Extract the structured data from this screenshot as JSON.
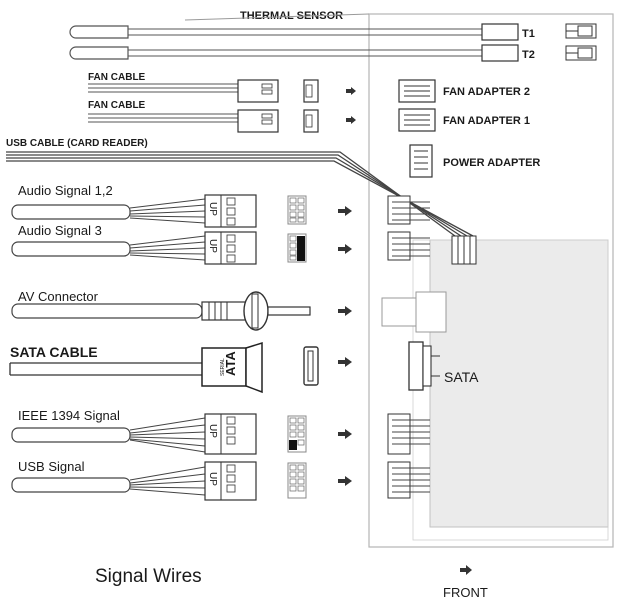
{
  "labels": {
    "thermal_sensor": "THERMAL SENSOR",
    "t1": "T1",
    "t2": "T2",
    "fan_cable_1": "FAN CABLE",
    "fan_cable_2": "FAN CABLE",
    "fan_adapter_2": "FAN ADAPTER 2",
    "fan_adapter_1": "FAN ADAPTER 1",
    "usb_cable_card_reader": "USB CABLE (CARD READER)",
    "power_adapter": "POWER ADAPTER",
    "audio_signal_12": "Audio Signal 1,2",
    "audio_signal_3": "Audio Signal 3",
    "av_connector": "AV Connector",
    "sata_cable": "SATA CABLE",
    "sata": "SATA",
    "ieee_1394_signal": "IEEE 1394 Signal",
    "usb_signal": "USB Signal",
    "signal_wires": "Signal Wires",
    "front": "FRONT",
    "connector_up": "UP",
    "sata_plug_text": "ATA",
    "sata_plug_small": "SERIAL"
  }
}
